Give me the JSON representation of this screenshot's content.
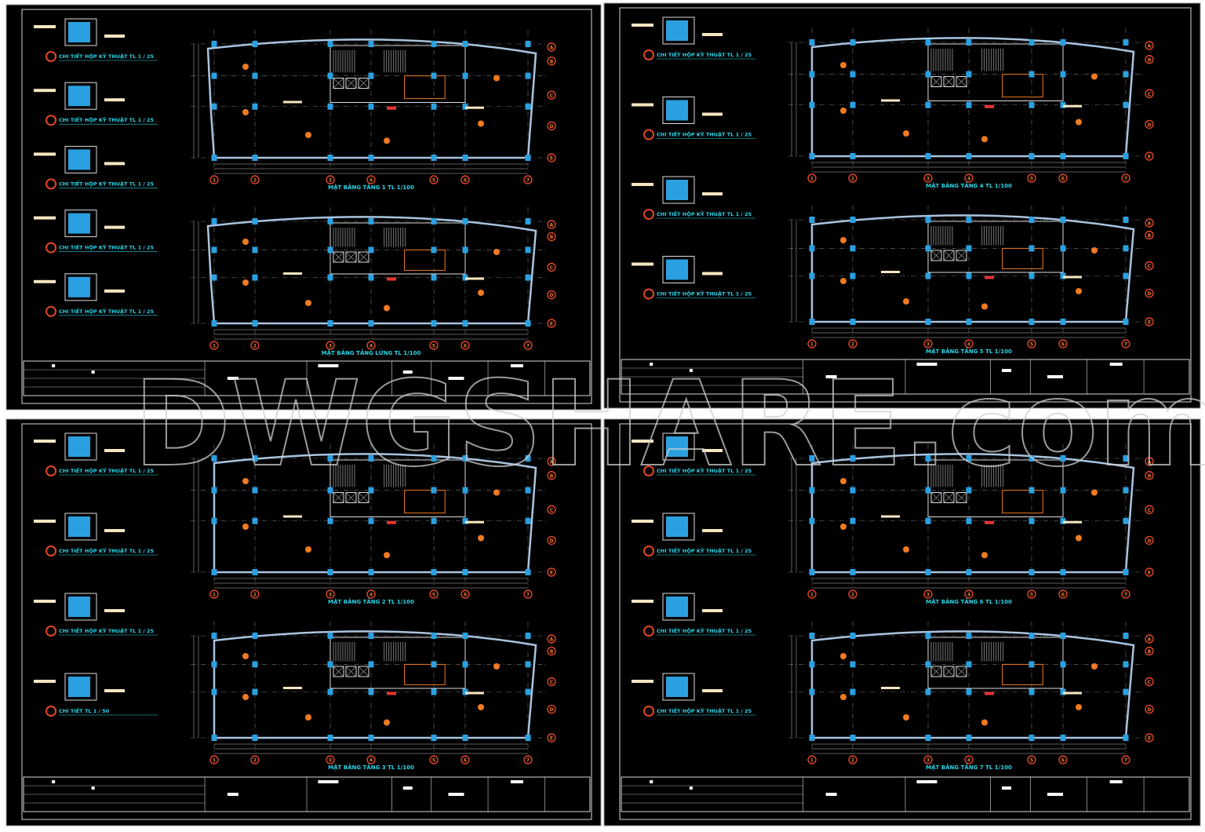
{
  "watermark": "DWGSHARE.com",
  "colors": {
    "background": "#000000",
    "frame": "#d8d8d8",
    "wall": "#a9c4e0",
    "column": "#2aa0e0",
    "axis": "#e0462a",
    "title": "#29d3e6",
    "marker": "#f07a22",
    "text": "#ffffff"
  },
  "grid_numbers": [
    "1",
    "2",
    "3",
    "4",
    "5",
    "6",
    "7"
  ],
  "grid_letters": [
    "A",
    "B",
    "C",
    "D",
    "E"
  ],
  "sheets": [
    {
      "details": [
        "CHI TIẾT HỘP KỸ THUẬT TL 1 / 25",
        "CHI TIẾT HỘP KỸ THUẬT TL 1 / 25",
        "CHI TIẾT HỘP KỸ THUẬT TL 1 / 25",
        "CHI TIẾT HỘP KỸ THUẬT TL 1 / 25",
        "CHI TIẾT HỘP KỸ THUẬT TL 1 / 25"
      ],
      "plans": [
        "MẶT BẰNG TẦNG 1 TL 1/100",
        "MẶT BẰNG TẦNG LỬNG TL 1/100"
      ]
    },
    {
      "details": [
        "CHI TIẾT HỘP KỸ THUẬT TL 1 / 25",
        "CHI TIẾT HỘP KỸ THUẬT TL 1 / 25",
        "CHI TIẾT HỘP KỸ THUẬT TL 1 / 25",
        "CHI TIẾT HỘP KỸ THUẬT TL 1 / 25"
      ],
      "plans": [
        "MẶT BẰNG TẦNG 4 TL 1/100",
        "MẶT BẰNG TẦNG 5 TL 1/100"
      ]
    },
    {
      "details": [
        "CHI TIẾT HỘP KỸ THUẬT TL 1 / 25",
        "CHI TIẾT HỘP KỸ THUẬT TL 1 / 25",
        "CHI TIẾT HỘP KỸ THUẬT TL 1 / 25",
        "CHI TIẾT TL 1 / 50"
      ],
      "plans": [
        "MẶT BẰNG TẦNG 2 TL 1/100",
        "MẶT BẰNG TẦNG 3 TL 1/100"
      ]
    },
    {
      "details": [
        "CHI TIẾT HỘP KỸ THUẬT TL 1 / 25",
        "CHI TIẾT HỘP KỸ THUẬT TL 1 / 25",
        "CHI TIẾT HỘP KỸ THUẬT TL 1 / 25",
        "CHI TIẾT HỘP KỸ THUẬT TL 1 / 25"
      ],
      "plans": [
        "MẶT BẰNG TẦNG 6 TL 1/100",
        "MẶT BẰNG TẦNG 7 TL 1/100"
      ]
    }
  ]
}
